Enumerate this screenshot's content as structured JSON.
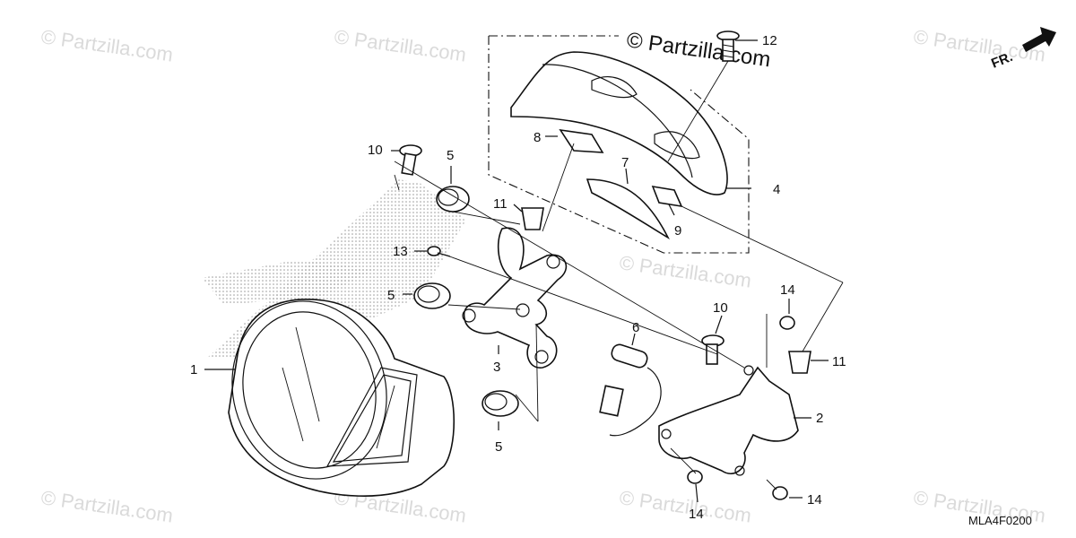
{
  "watermarks": [
    "© Partzilla.com",
    "© Partzilla.com",
    "© Partzilla.com",
    "© Partzilla.com",
    "© Partzilla.com",
    "© Partzilla.com",
    "© Partzilla.com",
    "© Partzilla.com"
  ],
  "brand_watermark": "© Partzilla.com",
  "direction_label": "FR.",
  "diagram_code": "MLA4F0200",
  "callouts": {
    "c1": "1",
    "c2": "2",
    "c3": "3",
    "c4": "4",
    "c5a": "5",
    "c5b": "5",
    "c5c": "5",
    "c6": "6",
    "c7": "7",
    "c8": "8",
    "c9": "9",
    "c10a": "10",
    "c10b": "10",
    "c11a": "11",
    "c11b": "11",
    "c12": "12",
    "c13": "13",
    "c14a": "14",
    "c14b": "14",
    "c14c": "14"
  }
}
